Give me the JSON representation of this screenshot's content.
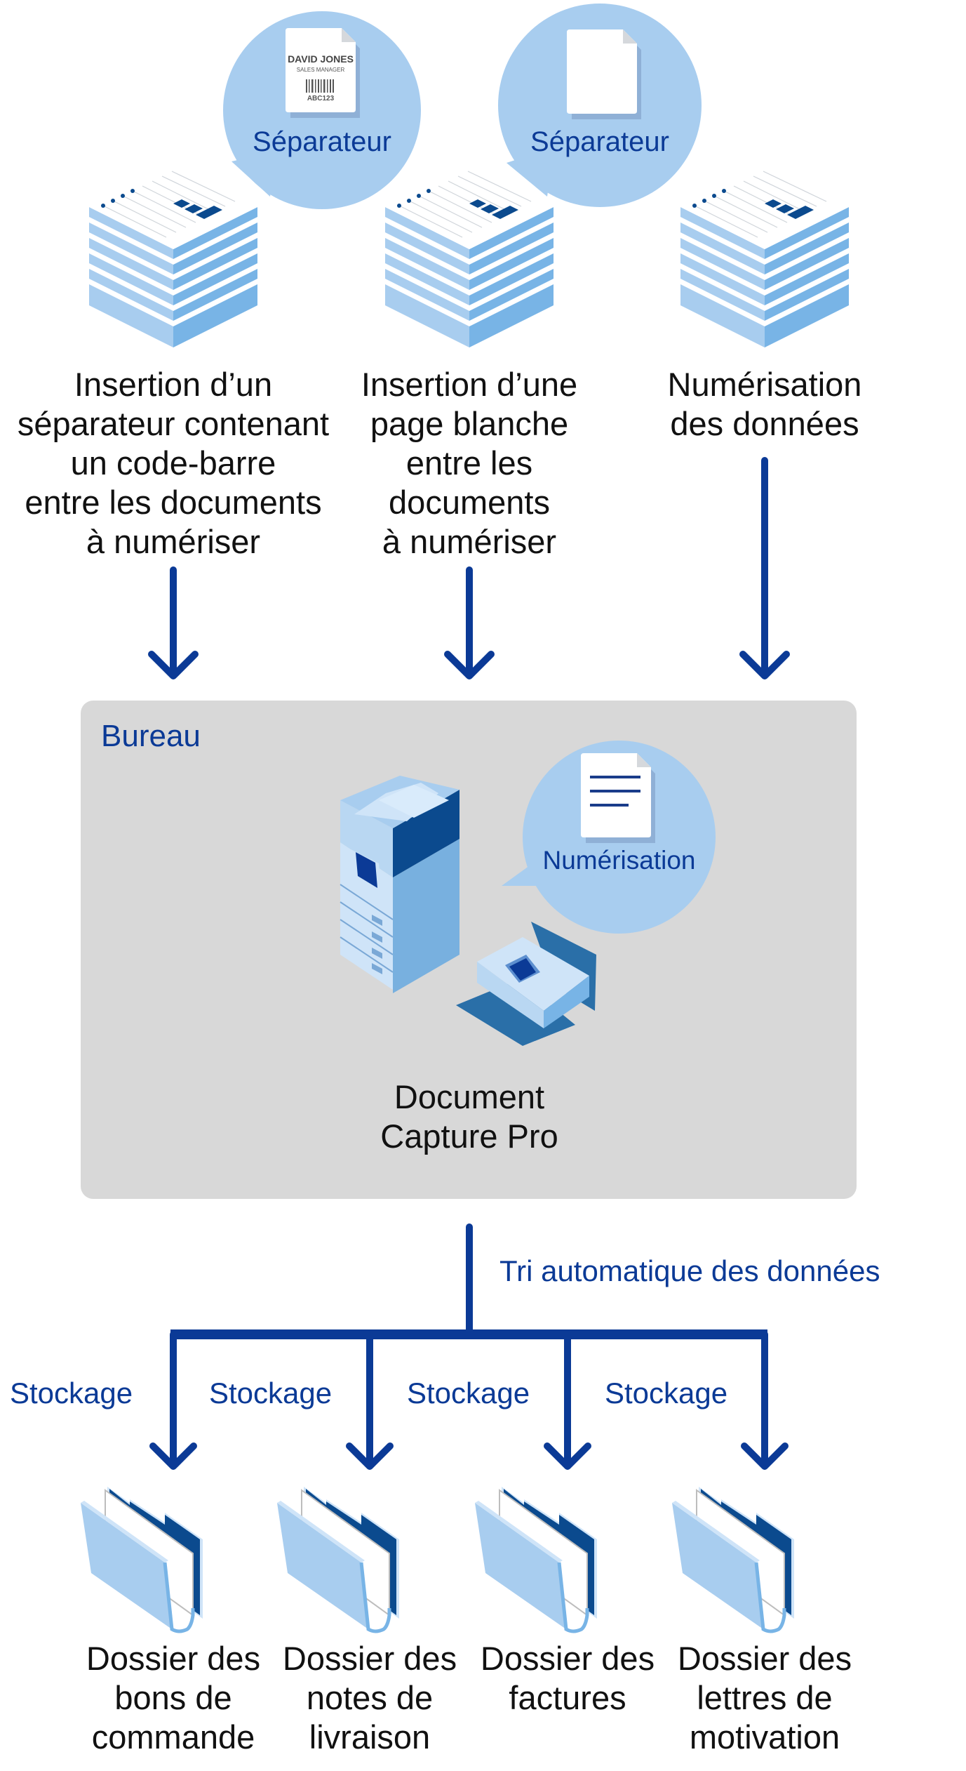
{
  "colors": {
    "accent": "#0b3a96",
    "bubble": "#a8cdef",
    "office_bg": "#d8d8d8",
    "stack_light": "#a8cdef",
    "stack_mid": "#78b4e6",
    "dark_blue": "#0b4a8e"
  },
  "bubbles": [
    {
      "label": "Séparateur",
      "icon": "barcode-separator-sheet-icon",
      "sheet": {
        "name": "DAVID JONES",
        "title": "SALES MANAGER",
        "code": "ABC123"
      }
    },
    {
      "label": "Séparateur",
      "icon": "blank-page-icon"
    }
  ],
  "inputs": [
    {
      "icon": "document-stack-icon",
      "lines": [
        "Insertion d’un",
        "séparateur contenant",
        "un code-barre",
        "entre les documents",
        "à numériser"
      ]
    },
    {
      "icon": "document-stack-icon",
      "lines": [
        "Insertion d’une",
        "page blanche",
        "entre les",
        "documents",
        "à numériser"
      ]
    },
    {
      "icon": "document-stack-icon",
      "lines": [
        "Numérisation",
        "des données"
      ]
    }
  ],
  "office": {
    "title": "Bureau",
    "bubble_label": "Numérisation",
    "bubble_icon": "scanned-document-icon",
    "devices": [
      "multifunction-printer-icon",
      "document-scanner-icon"
    ],
    "software_lines": [
      "Document",
      "Capture Pro"
    ]
  },
  "sorting_label": "Tri automatique des données",
  "outputs": [
    {
      "branch_label": "Stockage",
      "lines": [
        "Dossier des",
        "bons de",
        "commande"
      ]
    },
    {
      "branch_label": "Stockage",
      "lines": [
        "Dossier des",
        "notes de",
        "livraison"
      ]
    },
    {
      "branch_label": "Stockage",
      "lines": [
        "Dossier des",
        "factures"
      ]
    },
    {
      "branch_label": "Stockage",
      "lines": [
        "Dossier des",
        "lettres de",
        "motivation"
      ]
    }
  ]
}
